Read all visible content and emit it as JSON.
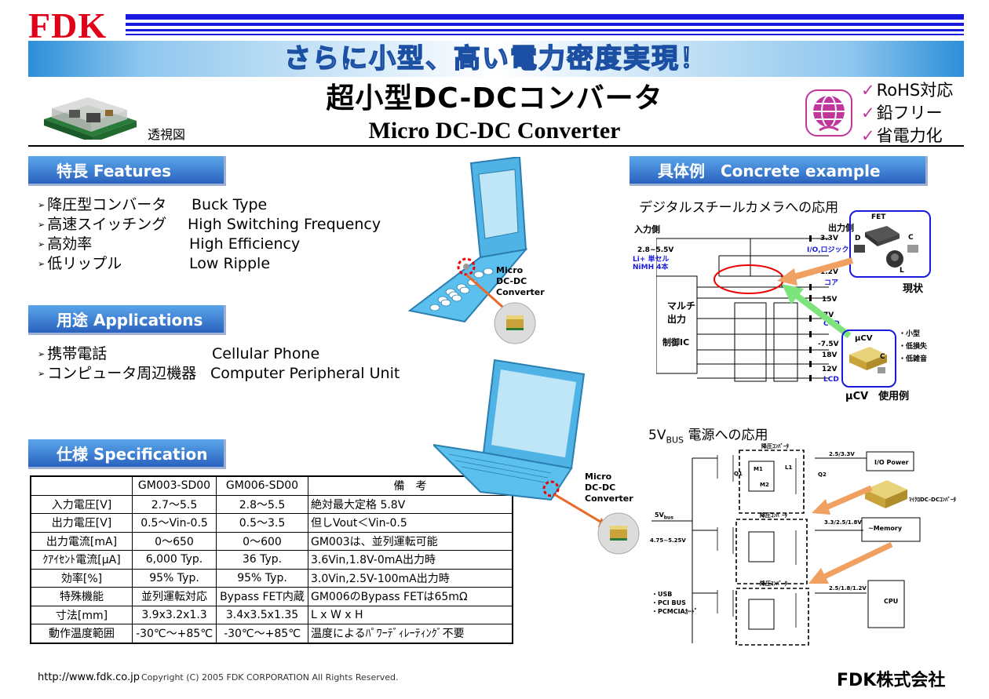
{
  "header": {
    "logo": "FDK",
    "banner": "さらに小型、高い電力密度実現！",
    "title_jp": "超小型DC-DCコンバータ",
    "title_en": "Micro DC-DC Converter",
    "see_through_label": "透視図",
    "badges": [
      "RoHS対応",
      "鉛フリー",
      "省電力化"
    ]
  },
  "features": {
    "heading": "特長 Features",
    "items": [
      {
        "jp": "降圧型コンバータ",
        "en": "Buck Type"
      },
      {
        "jp": "高速スイッチング",
        "en": "High Switching Frequency"
      },
      {
        "jp": "高効率",
        "en": "High Efficiency"
      },
      {
        "jp": "低リップル",
        "en": "Low Ripple"
      }
    ]
  },
  "applications": {
    "heading": "用途 Applications",
    "items": [
      {
        "jp": "携帯電話",
        "en": "Cellular Phone"
      },
      {
        "jp": "コンピュータ周辺機器",
        "en": "Computer Peripheral Unit"
      }
    ]
  },
  "specification": {
    "heading": "仕様 Specification",
    "columns": [
      "",
      "GM003-SD00",
      "GM006-SD00",
      "備　考"
    ],
    "rows": [
      [
        "入力電圧[V]",
        "2.7〜5.5",
        "2.8〜5.5",
        "絶対最大定格 5.8V"
      ],
      [
        "出力電圧[V]",
        "0.5〜Vin-0.5",
        "0.5〜3.5",
        "但しVout＜Vin-0.5"
      ],
      [
        "出力電流[mA]",
        "0〜650",
        "0〜600",
        "GM003は、並列運転可能"
      ],
      [
        "ｸｱｲｾﾝﾄ電流[μA]",
        "6,000 Typ.",
        "36 Typ.",
        "3.6Vin,1.8V-0mA出力時"
      ],
      [
        "効率[%]",
        "95% Typ.",
        "95% Typ.",
        "3.0Vin,2.5V-100mA出力時"
      ],
      [
        "特殊機能",
        "並列運転対応",
        "Bypass FET内蔵",
        "GM006のBypass FETは65mΩ"
      ],
      [
        "寸法[mm]",
        "3.9x3.2x1.3",
        "3.4x3.5x1.35",
        "L x W x H"
      ],
      [
        "動作温度範囲",
        "-30℃〜+85℃",
        "-30℃〜+85℃",
        "温度によるﾊﾟﾜｰﾃﾞｨﾚｰﾃｨﾝｸﾞ不要"
      ]
    ]
  },
  "devices": {
    "phone_callout": "Micro\nDC-DC\nConverter",
    "laptop_callout": "Micro\nDC-DC\nConverter"
  },
  "concrete": {
    "heading": "具体例　Concrete example",
    "camera_title": "デジタルスチールカメラへの応用",
    "input_label": "入力側",
    "output_label": "出力側",
    "input_voltage": "2.8~5.5V",
    "battery_label": "Li+ 単セル\nNiMH 4本",
    "multi_label": "マルチ\n出力",
    "control_ic": "制御IC",
    "outputs": [
      "3.3V",
      "I/O,ロジック",
      "1.2V",
      "コア",
      "15V",
      "7V",
      "CCD",
      "-7.5V",
      "18V",
      "12V",
      "LCD"
    ],
    "fet_box": {
      "title": "FET",
      "d": "D",
      "c": "C",
      "l": "L",
      "caption": "現状"
    },
    "ucv_box": {
      "title": "μCV",
      "c": "C",
      "caption": "μCV　使用例",
      "notes": [
        "・小型",
        "・低損失",
        "・低雑音"
      ]
    },
    "bus_title_pre": "5V",
    "bus_title_sub": "BUS",
    "bus_title_post": " 電源への応用",
    "bus": {
      "converter_label": "降圧ｺﾝﾊﾞｰﾀ",
      "in_pre": "5V",
      "in_sub": "bus",
      "in_range": "4.75~5.25V",
      "out1": "2.5/3.3V",
      "out2": "3.3/2.5/1.8V",
      "out3": "2.5/1.8/1.2V",
      "io_power": "I/O Power",
      "memory": "~Memory",
      "cpu": "CPU",
      "module_label": "ﾏｲｸﾛDC-DCｺﾝﾊﾞｰﾀ",
      "bus_list": [
        "・USB",
        "・PCI BUS",
        "・PCMCIAｶｰﾄﾞ"
      ],
      "parts": [
        "Q1",
        "M1",
        "M2",
        "L1",
        "Q2"
      ]
    }
  },
  "footer": {
    "url": "http://www.fdk.co.jp",
    "copyright": "Copyright (C) 2005 FDK CORPORATION All Rights Reserved.",
    "brand": "FDK株式会社"
  },
  "colors": {
    "brand_red": "#e0001a",
    "stripe_blue": "#1a1adf",
    "section_blue": "#2a62bf",
    "check_pink": "#c0379b"
  }
}
